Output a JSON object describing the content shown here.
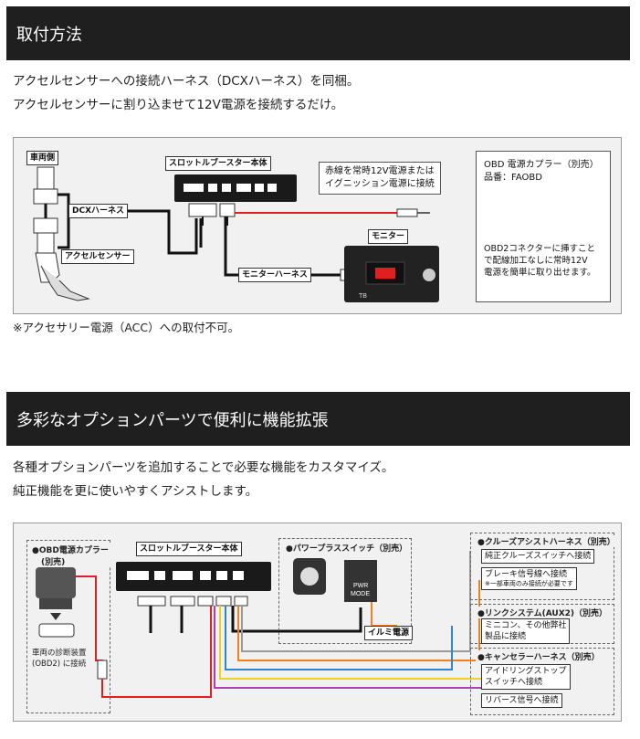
{
  "section1": {
    "title": "取付方法",
    "line1": "アクセルセンサーへの接続ハーネス（DCXハーネス）を同梱。",
    "line2": "アクセルセンサーに割り込ませて12V電源を接続するだけ。",
    "diagram": {
      "vehicle_side": "車両側",
      "main_unit": "スロットルブースター本体",
      "dcx_harness": "DCXハーネス",
      "accel_sensor": "アクセルセンサー",
      "red_wire_note_1": "赤線を常時12V電源または",
      "red_wire_note_2": "イグニッション電源に接続",
      "monitor": "モニター",
      "monitor_harness": "モニターハーネス",
      "monitor_logo": "TB",
      "obd_title_1": "OBD 電源カプラー（別売）",
      "obd_title_2": "品番：FAOBD",
      "obd_note_1": "OBD2コネクターに挿すこと",
      "obd_note_2": "で配線加工なしに常時12V",
      "obd_note_3": "電源を簡単に取り出せます。"
    },
    "note": "※アクセサリー電源（ACC）への取付不可。"
  },
  "section2": {
    "title": "多彩なオプションパーツで便利に機能拡張",
    "line1": "各種オプションパーツを追加することで必要な機能をカスタマイズ。",
    "line2": "純正機能を更に使いやすくアシストします。",
    "diagram": {
      "obd_coupler_1": "●OBD電源カプラー",
      "obd_coupler_2": "(別売)",
      "obd_dest_1": "車両の診断装置",
      "obd_dest_2": "(OBD2) に接続",
      "main_unit": "スロットルブースター本体",
      "power_switch": "●パワープラススイッチ（別売）",
      "pwr_label_1": "PWR",
      "pwr_label_2": "MODE",
      "illumi": "イルミ電源",
      "cruise_title": "●クルーズアシストハーネス（別売）",
      "cruise_1": "純正クルーズスイッチへ接続",
      "cruise_2": "ブレーキ信号線へ接続",
      "cruise_2_note": "※一部車両のみ接続が必要です",
      "link_title": "●リンクシステム(AUX2)（別売）",
      "link_1": "ミニコン、その他弊社",
      "link_2": "製品に接続",
      "cancel_title": "●キャンセラーハーネス（別売）",
      "cancel_1a": "アイドリングストップ",
      "cancel_1b": "スイッチへ接続",
      "cancel_2": "リバース信号へ接続"
    }
  },
  "colors": {
    "bar": "#1f1f1f",
    "red_wire": "#e02020",
    "orange": "#f08020",
    "blue": "#2f86d0",
    "yellow": "#f0d020",
    "purple": "#b040b0",
    "grey": "#999999"
  }
}
